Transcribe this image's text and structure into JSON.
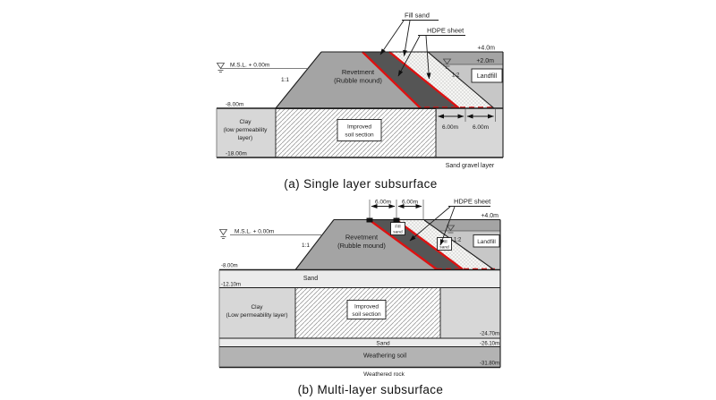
{
  "colors": {
    "revetment_gray": "#a4a4a4",
    "dark_fill_band": "#555555",
    "hdpe_red": "#dd1111",
    "landfill_gray": "#c7c7c7",
    "clay_gray": "#d7d7d7",
    "sand_gray": "#ebebeb",
    "weathering_gray": "#b3b3b3",
    "line_black": "#1c1c1c"
  },
  "diagram_a": {
    "caption": "(a) Single layer subsurface",
    "annotations": {
      "fill_sand": "Fill sand",
      "hdpe_sheet": "HDPE sheet"
    },
    "elevations": {
      "top": "+4.0m",
      "fill": "+2.0m",
      "msl": "M.S.L. + 0.00m",
      "base": "-8.00m",
      "clay_bottom": "-18.00m"
    },
    "slopes": {
      "left": "1:1",
      "right": "1:2"
    },
    "labels": {
      "revetment_line1": "Revetment",
      "revetment_line2": "(Rubble mound)",
      "landfill": "Landfill",
      "clay_line1": "Clay",
      "clay_line2": "(low permeability",
      "clay_line3": "layer)",
      "improved_line1": "Improved",
      "improved_line2": "soil section",
      "sand_gravel": "Sand gravel layer"
    },
    "dimensions": {
      "left": "6.00m",
      "right": "6.00m"
    }
  },
  "diagram_b": {
    "caption": "(b) Multi-layer subsurface",
    "annotations": {
      "hdpe_sheet": "HDPE sheet"
    },
    "elevations": {
      "top": "+4.0m",
      "msl": "M.S.L. + 0.00m",
      "base": "-8.00m",
      "sand1_bottom": "-12.10m",
      "clay_bottom": "-24.70m",
      "sand2_bottom": "-26.10m",
      "weathering_bottom": "-31.80m"
    },
    "slopes": {
      "left": "1:1",
      "right": "1:2"
    },
    "labels": {
      "revetment_line1": "Revetment",
      "revetment_line2": "(Rubble mound)",
      "landfill": "Landfill",
      "sand_upper": "Sand",
      "clay_line1": "Clay",
      "clay_line2": "(Low permeability layer)",
      "improved_line1": "Improved",
      "improved_line2": "soil section",
      "sand_lower": "Sand",
      "weathering_soil": "Weathering soil",
      "weathered_rock": "Weathered rock",
      "fill_box1_line1": "Fill",
      "fill_box1_line2": "sand",
      "fill_box2_line1": "Fill",
      "fill_box2_line2": "sand"
    },
    "dimensions": {
      "left": "6.00m",
      "right": "6.00m"
    }
  }
}
